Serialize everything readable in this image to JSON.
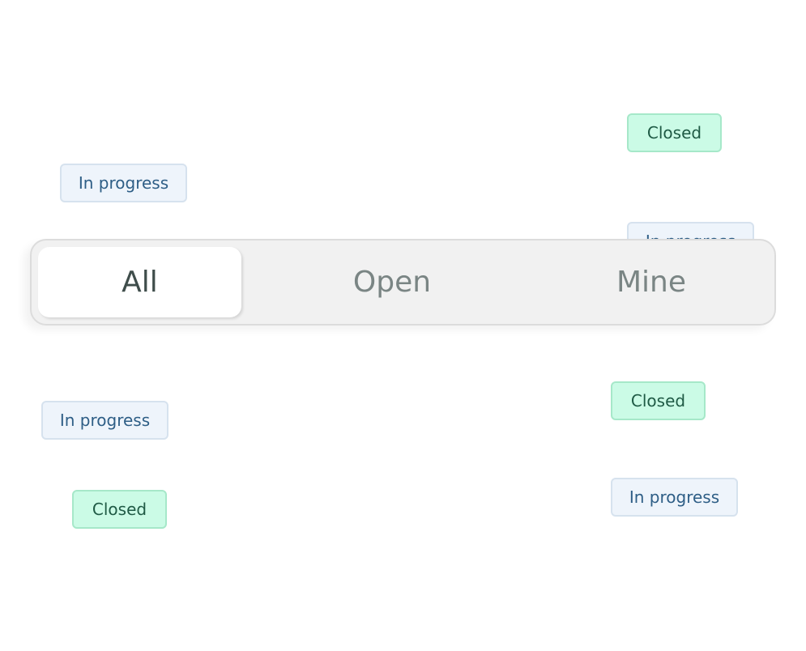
{
  "badges": [
    {
      "label": "Closed",
      "kind": "closed"
    },
    {
      "label": "In progress",
      "kind": "progress"
    },
    {
      "label": "In progress",
      "kind": "progress"
    },
    {
      "label": "Closed",
      "kind": "closed"
    },
    {
      "label": "In progress",
      "kind": "progress"
    },
    {
      "label": "In progress",
      "kind": "progress"
    },
    {
      "label": "Closed",
      "kind": "closed"
    }
  ],
  "filter": {
    "selected": "All",
    "options": [
      {
        "label": "All"
      },
      {
        "label": "Open"
      },
      {
        "label": "Mine"
      }
    ]
  },
  "colors": {
    "progress_bg": "#eef4fb",
    "progress_text": "#2e5e86",
    "closed_bg": "#cbfbe6",
    "closed_text": "#1f5a45",
    "segment_track": "#f1f1f1",
    "segment_active": "#ffffff"
  }
}
